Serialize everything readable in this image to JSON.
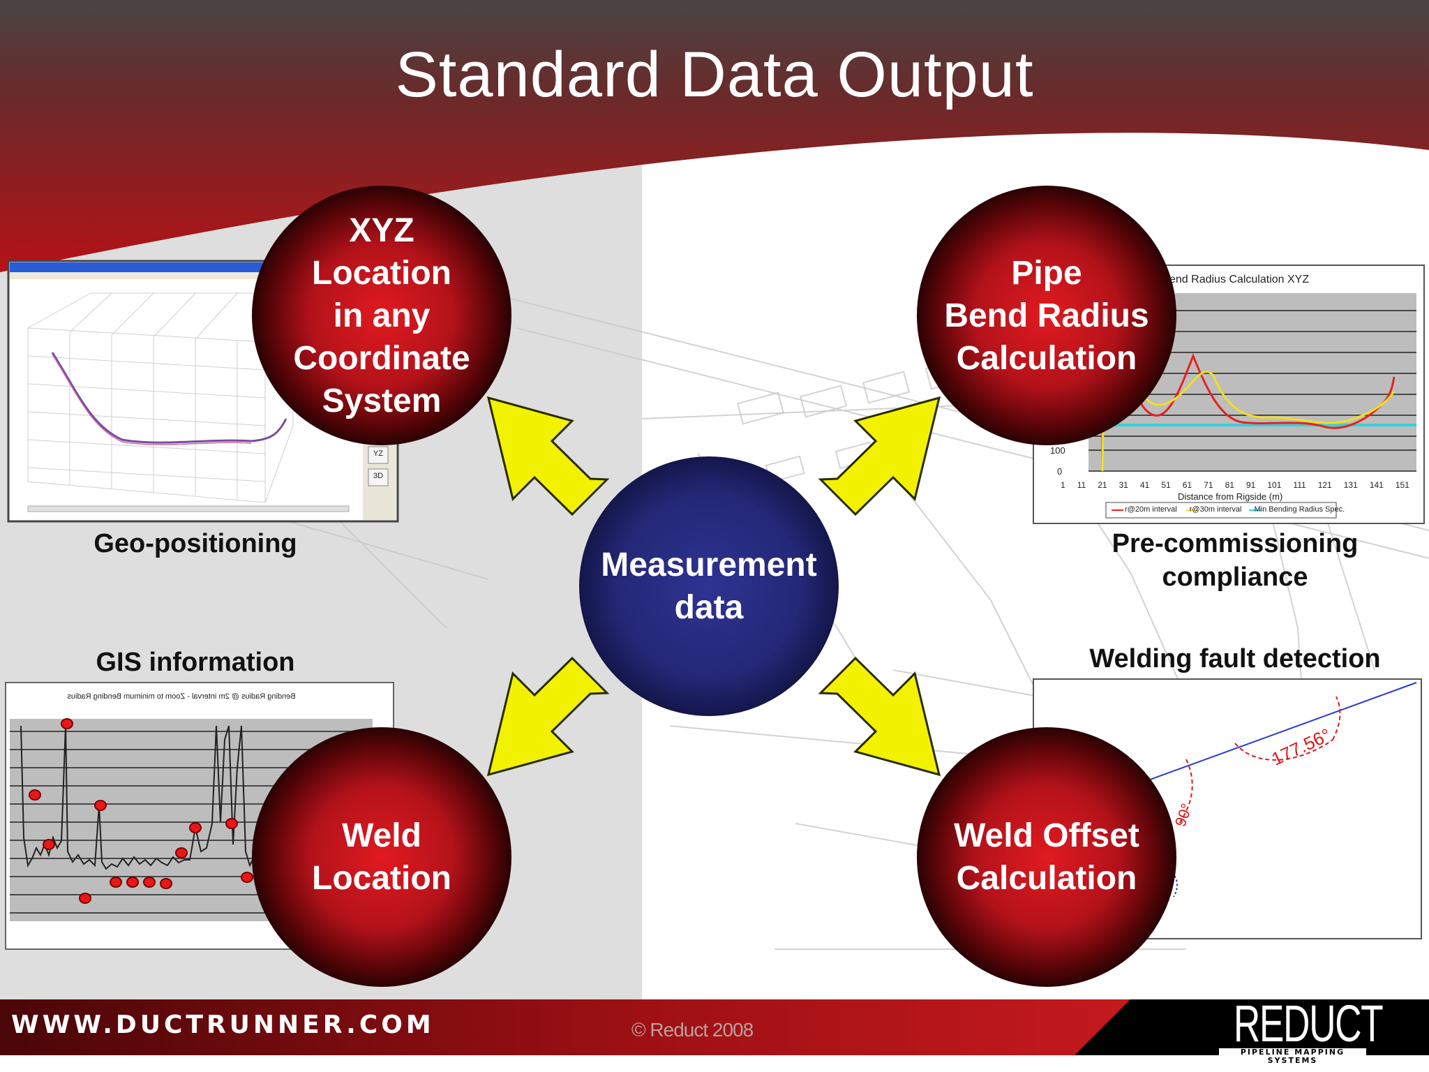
{
  "slide": {
    "title": "Standard Data Output",
    "center": {
      "line1": "Measurement",
      "line2": "data"
    },
    "nodes": {
      "xyz": [
        "XYZ",
        "Location",
        "in any",
        "Coordinate",
        "System"
      ],
      "pipe": [
        "Pipe",
        "Bend Radius",
        "Calculation"
      ],
      "weld": [
        "Weld",
        "Location"
      ],
      "offset": [
        "Weld Offset",
        "Calculation"
      ]
    },
    "captions": {
      "geo": "Geo-positioning",
      "precommissioning_1": "Pre-commissioning",
      "precommissioning_2": "compliance",
      "gis": "GIS information",
      "welding": "Welding fault detection"
    },
    "thumbnails": {
      "bend_chart_title": "end Radius Calculation XYZ",
      "bend_x_label": "Distance from Rigside (m)",
      "bend_x_ticks": [
        "1",
        "11",
        "21",
        "31",
        "41",
        "51",
        "61",
        "71",
        "81",
        "91",
        "101",
        "111",
        "121",
        "131",
        "141",
        "151"
      ],
      "bend_y_ticks": [
        "100",
        "0"
      ],
      "bend_legend": [
        "r@20m interval",
        "r@30m interval",
        "Min Bending Radius Spec."
      ],
      "gis_chart_title": "Bending Radius @ 2m interval - Zoom to minimum Bending Radius",
      "weld_angles": [
        "177.56°",
        "90°"
      ],
      "xyz_buttons": [
        "YZ",
        "3D"
      ]
    },
    "footer": {
      "url": "WWW.DUCTRUNNER.COM",
      "copyright": "© Reduct 2008",
      "logo": "REDUCT",
      "logo_tag": "PIPELINE MAPPING SYSTEMS"
    },
    "colors": {
      "banner_red": "#b01418",
      "node_red": "#c4161c",
      "center_blue": "#25297a",
      "arrow_yellow": "#f2f200",
      "left_panel_gray": "#dedede"
    }
  }
}
